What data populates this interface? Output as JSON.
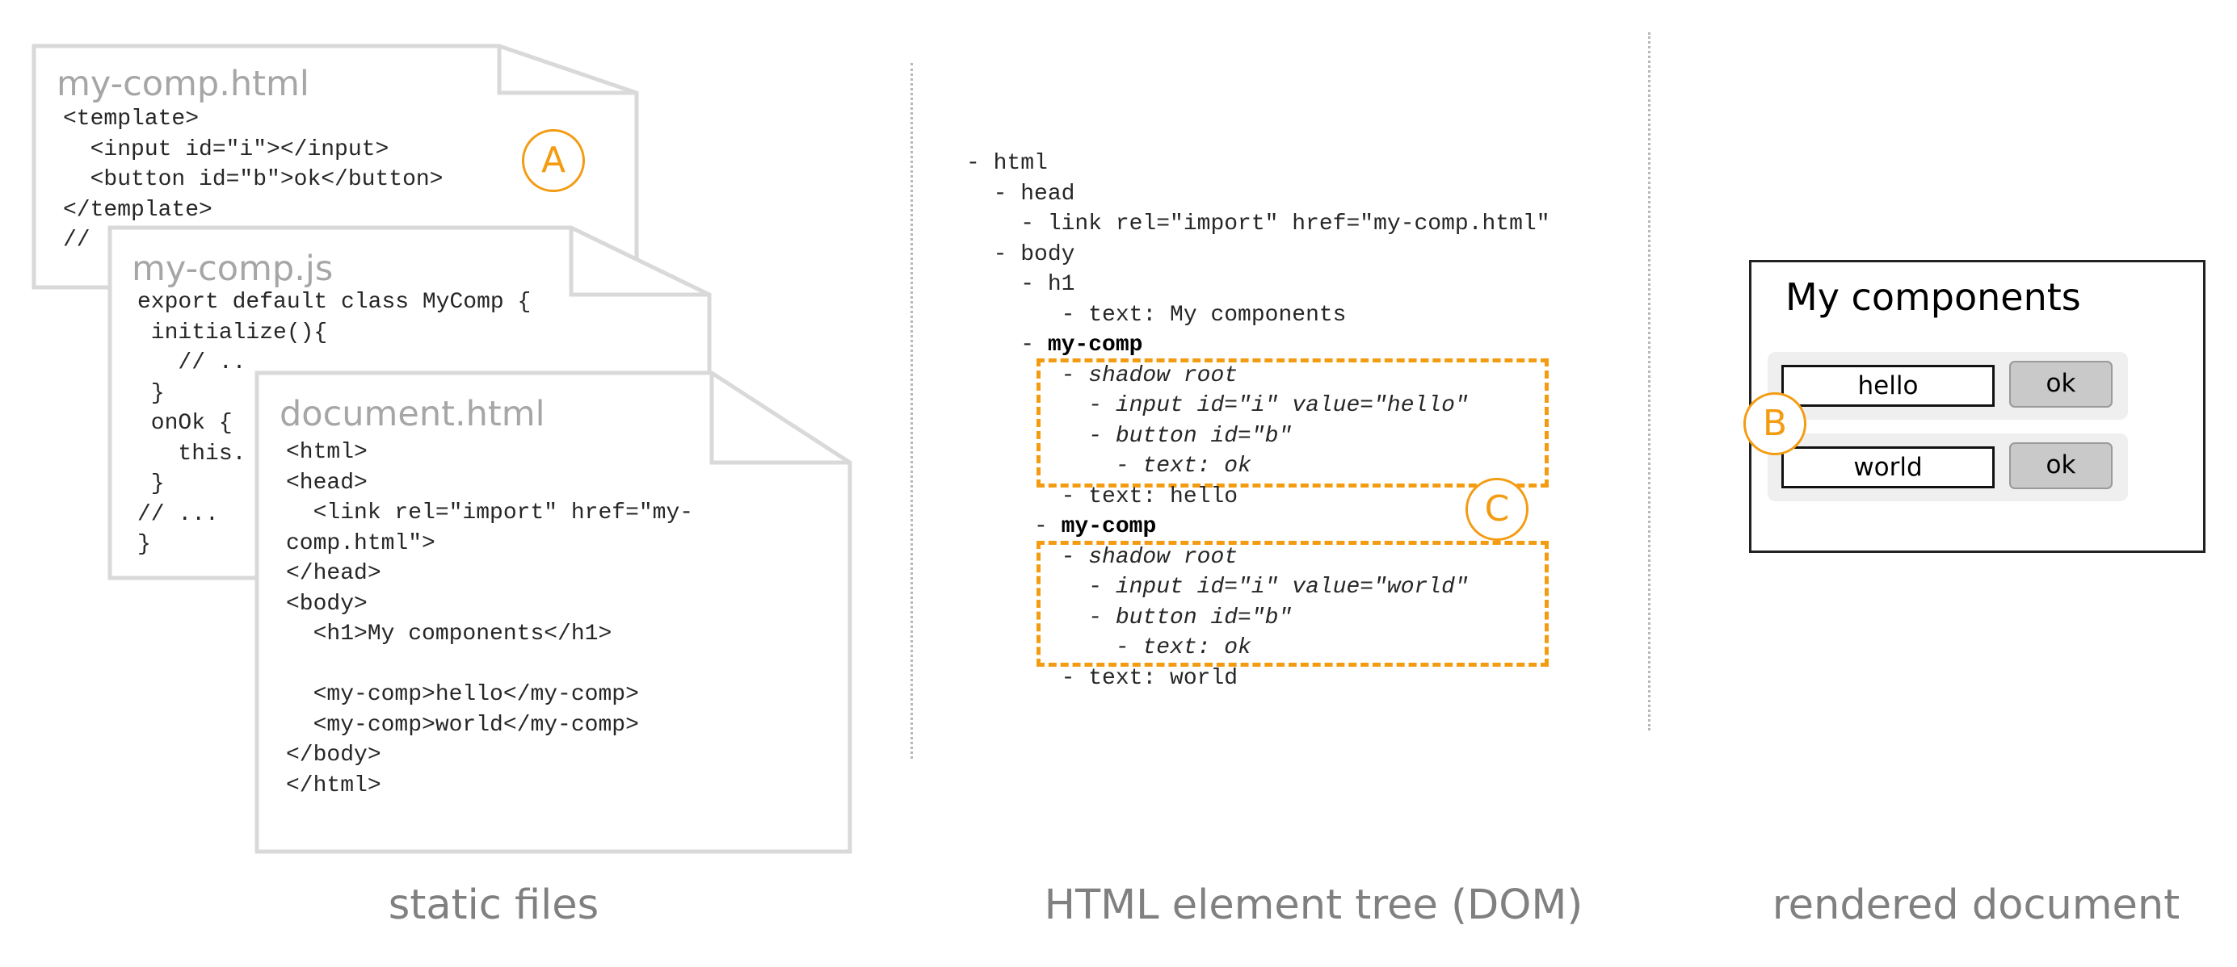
{
  "files": {
    "mycomp_html": {
      "title": "my-comp.html",
      "code": "<template>\n  <input id=\"i\"></input>\n  <button id=\"b\">ok</button>\n</template>\n//"
    },
    "mycomp_js": {
      "title": "my-comp.js",
      "code": "export default class MyComp {\n initialize(){\n   // ..\n }\n onOk {\n   this.\n }\n// ...\n}"
    },
    "document_html": {
      "title": "document.html",
      "code": "<html>\n<head>\n  <link rel=\"import\" href=\"my-\ncomp.html\">\n</head>\n<body>\n  <h1>My components</h1>\n\n  <my-comp>hello</my-comp>\n  <my-comp>world</my-comp>\n</body>\n</html>"
    }
  },
  "markers": {
    "a": "A",
    "b": "B",
    "c": "C"
  },
  "dom_tree": {
    "lines": [
      {
        "pre": "- html",
        "bold": "",
        "rest": "",
        "style": "normal"
      },
      {
        "pre": "  - head",
        "bold": "",
        "rest": "",
        "style": "normal"
      },
      {
        "pre": "    - link rel=\"import\" href=\"my-comp.html\"",
        "bold": "",
        "rest": "",
        "style": "normal"
      },
      {
        "pre": "  - body",
        "bold": "",
        "rest": "",
        "style": "normal"
      },
      {
        "pre": "    - h1",
        "bold": "",
        "rest": "",
        "style": "normal"
      },
      {
        "pre": "       - text: My components",
        "bold": "",
        "rest": "",
        "style": "normal"
      },
      {
        "pre": "    - ",
        "bold": "my-comp",
        "rest": "",
        "style": "normal"
      },
      {
        "pre": "       - shadow root",
        "bold": "",
        "rest": "",
        "style": "italic"
      },
      {
        "pre": "         - input id=\"i\" value=\"hello\"",
        "bold": "",
        "rest": "",
        "style": "italic"
      },
      {
        "pre": "         - button id=\"b\"",
        "bold": "",
        "rest": "",
        "style": "italic"
      },
      {
        "pre": "           - text: ok",
        "bold": "",
        "rest": "",
        "style": "italic"
      },
      {
        "pre": "       - text: hello",
        "bold": "",
        "rest": "",
        "style": "normal"
      },
      {
        "pre": "     - ",
        "bold": "my-comp",
        "rest": "",
        "style": "normal"
      },
      {
        "pre": "       - shadow root",
        "bold": "",
        "rest": "",
        "style": "italic"
      },
      {
        "pre": "         - input id=\"i\" value=\"world\"",
        "bold": "",
        "rest": "",
        "style": "italic"
      },
      {
        "pre": "         - button id=\"b\"",
        "bold": "",
        "rest": "",
        "style": "italic"
      },
      {
        "pre": "           - text: ok",
        "bold": "",
        "rest": "",
        "style": "italic"
      },
      {
        "pre": "       - text: world",
        "bold": "",
        "rest": "",
        "style": "normal"
      }
    ]
  },
  "rendered": {
    "title": "My components",
    "components": [
      {
        "input_value": "hello",
        "button_label": "ok"
      },
      {
        "input_value": "world",
        "button_label": "ok"
      }
    ]
  },
  "captions": {
    "static": "static files",
    "dom": "HTML element tree (DOM)",
    "rendered": "rendered document"
  },
  "colors": {
    "accent": "#f39c12",
    "file_border": "#d9d9d9",
    "caption": "#808080"
  }
}
